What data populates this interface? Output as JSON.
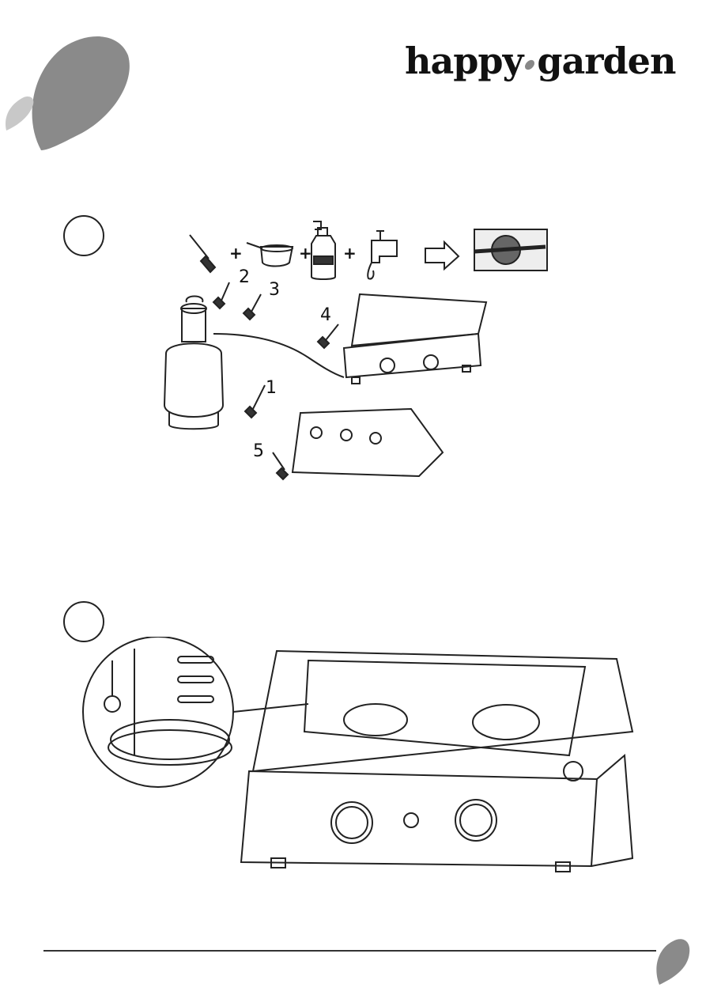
{
  "brand": {
    "name_left": "happy",
    "name_right": "garden"
  },
  "step1": {
    "callouts": [
      "1",
      "2",
      "3",
      "4",
      "5"
    ],
    "plus": "+"
  }
}
